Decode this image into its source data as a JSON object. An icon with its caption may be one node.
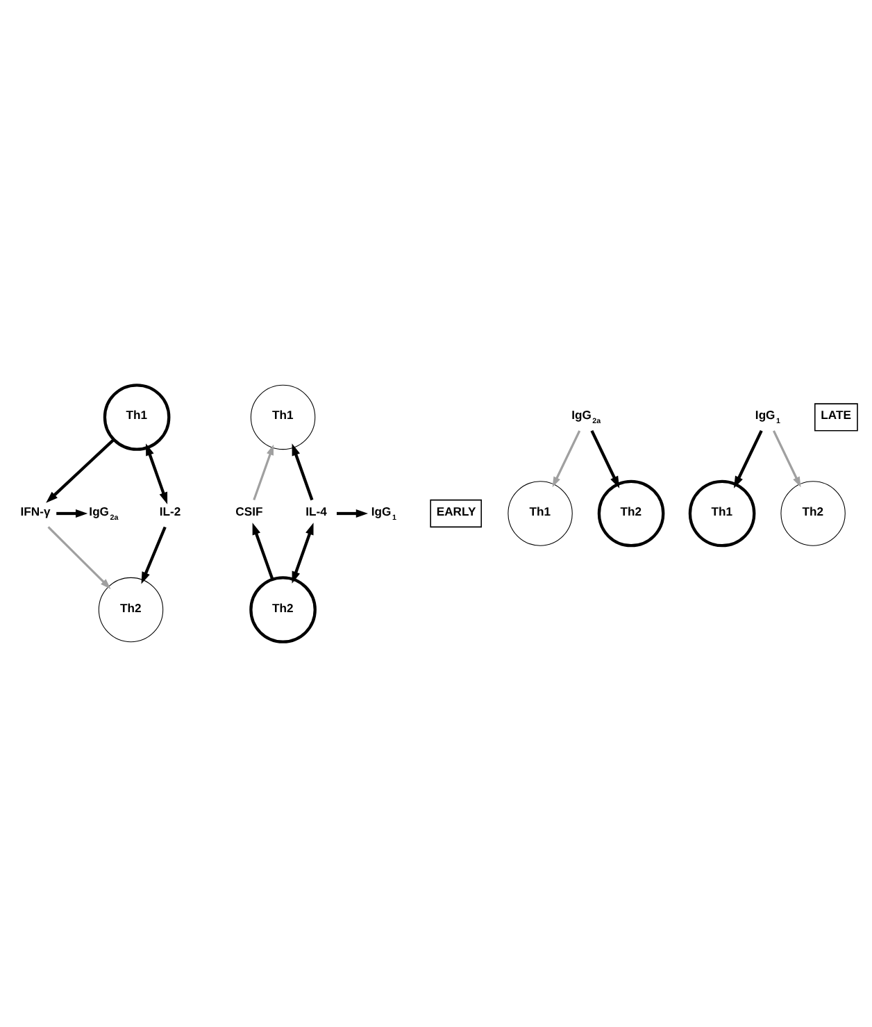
{
  "diagram": {
    "nodes": [
      {
        "text": [
          "Th1"
        ]
      },
      {
        "text": [
          "Th1"
        ]
      },
      {
        "text": [
          "IgG$_{2a}$"
        ]
      },
      {
        "text": [
          "IFN-γ"
        ]
      },
      {
        "text": [
          "IL-2"
        ]
      },
      {
        "text": [
          "EARLY"
        ]
      },
      {
        "text": [
          "CSIF"
        ]
      },
      {
        "text": [
          "IL-4"
        ]
      },
      {
        "text": [
          "IgG$_{1}$"
        ]
      },
      {
        "text": [
          "Th2"
        ]
      },
      {
        "text": [
          "Th2"
        ]
      },
      {
        "text": [
          "Th1"
        ]
      },
      {
        "text": [
          "Th1"
        ]
      },
      {
        "text": [
          "IgG$_{2a}$"
        ]
      },
      {
        "text": [
          "LATE"
        ]
      },
      {
        "text": [
          "IgG$_{1}$"
        ]
      },
      {
        "text": [
          "Th2"
        ]
      },
      {
        "text": [
          "Th2"
        ]
      }
    ],
    "edges": [
      {
        "from": 0,
        "to": 3,
        "arrow": "to"
      },
      {
        "from": 0,
        "to": 4,
        "arrow": "both"
      },
      {
        "from": 3,
        "to": 2,
        "arrow": "to"
      },
      {
        "from": 4,
        "to": 9,
        "arrow": "to"
      },
      {
        "from": 3,
        "to": 9,
        "arrow": "to",
        "color": "#a0a0a0"
      },
      {
        "from": 10,
        "to": 6,
        "arrow": "to"
      },
      {
        "from": 6,
        "to": 1,
        "arrow": "to",
        "color": "#a0a0a0"
      },
      {
        "from": 7,
        "to": 1,
        "arrow": "to"
      },
      {
        "from": 7,
        "to": 10,
        "arrow": "both"
      },
      {
        "from": 7,
        "to": 8,
        "arrow": "to"
      },
      {
        "from": 13,
        "to": 11,
        "arrow": "to",
        "color": "#a0a0a0"
      },
      {
        "from": 13,
        "to": 16,
        "arrow": "to"
      },
      {
        "from": 15,
        "to": 12,
        "arrow": "to"
      },
      {
        "from": 15,
        "to": 17,
        "arrow": "to",
        "color": "#a0a0a0"
      }
    ]
  }
}
